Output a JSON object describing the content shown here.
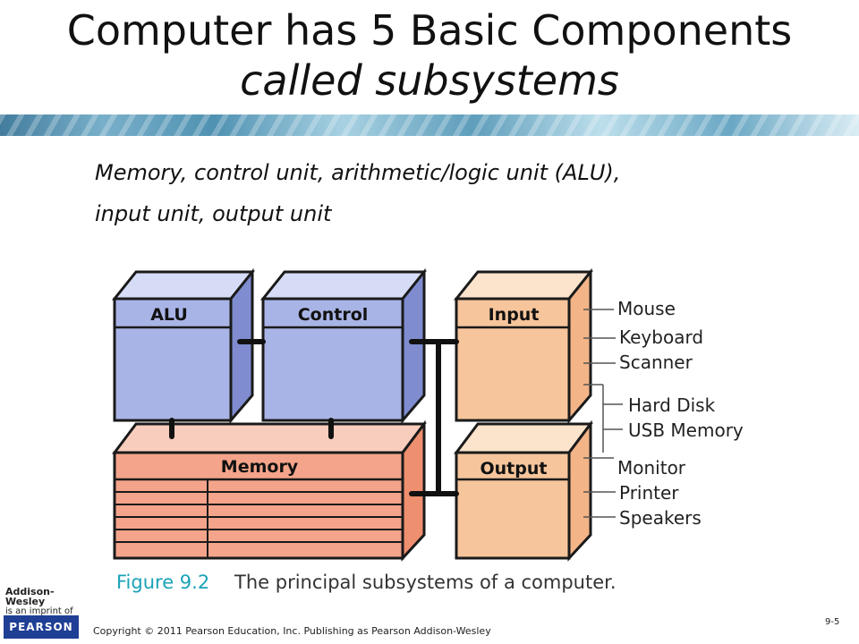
{
  "slide": {
    "title_line1": "Computer has 5 Basic Components",
    "title_line2": "called subsystems",
    "bullet_line1": "Memory, control unit, arithmetic/logic unit (ALU),",
    "bullet_line2": "input unit, output unit"
  },
  "figure": {
    "boxes": {
      "alu": "ALU",
      "control": "Control",
      "input": "Input",
      "memory": "Memory",
      "output": "Output"
    },
    "input_devices": [
      "Mouse",
      "Keyboard",
      "Scanner"
    ],
    "storage_devices": [
      "Hard Disk",
      "USB Memory"
    ],
    "output_devices": [
      "Monitor",
      "Printer",
      "Speakers"
    ],
    "caption_label": "Figure 9.2",
    "caption_text": "The principal subsystems of a computer.",
    "colors": {
      "cpu_face": "#a9b4e6",
      "cpu_side": "#7f8ccf",
      "io_face": "#f6c59b",
      "mem_face": "#f4a48a",
      "caption": "#1aa3b8"
    }
  },
  "footer": {
    "publisher_line1": "Addison-Wesley",
    "publisher_line2": "is an imprint of",
    "publisher_logo": "PEARSON",
    "copyright": "Copyright © 2011 Pearson Education, Inc. Publishing as Pearson Addison-Wesley",
    "page_number": "9-5"
  }
}
